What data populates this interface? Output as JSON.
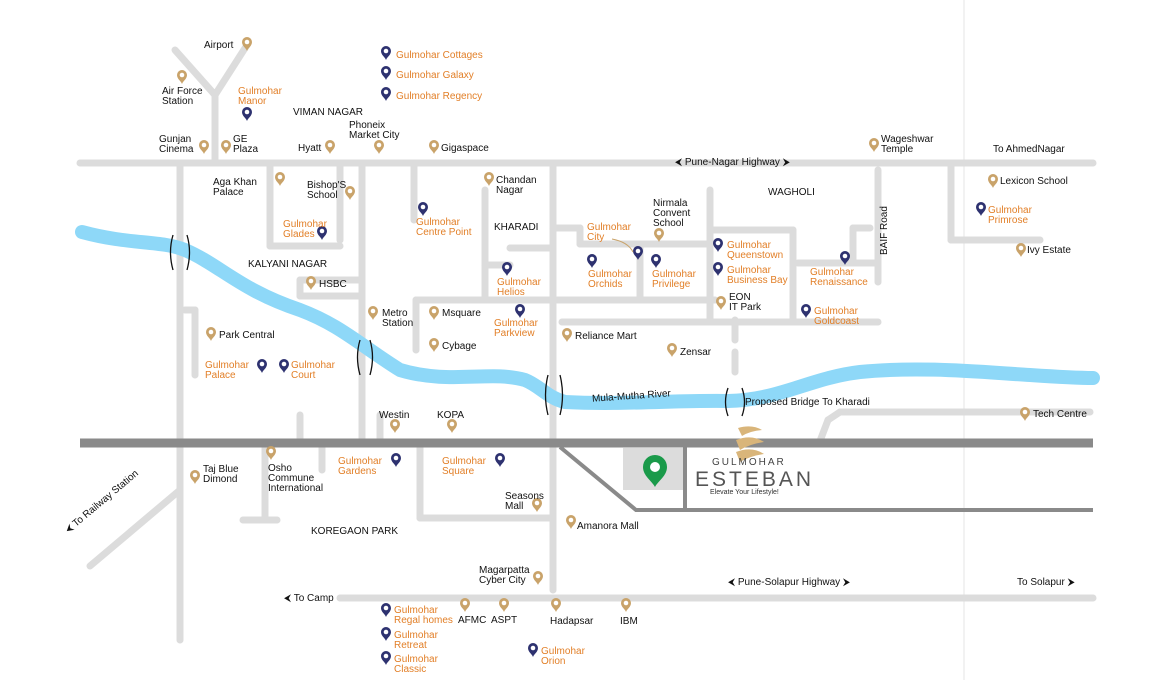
{
  "colors": {
    "road": "#dcdcdc",
    "main_road": "#8a8a8a",
    "river": "#8ed8f8",
    "pin_gold": "#c9a36a",
    "pin_navy": "#2e3270",
    "accent_orange": "#e27f27",
    "target_pin": "#1a9a4a"
  },
  "roads": {
    "pune_nagar": "⮜ Pune-Nagar Highway ⮞",
    "pune_solapur": "⮜ Pune-Solapur Highway ⮞",
    "to_ahmednagar": "To AhmedNagar",
    "to_solapur": "To Solapur ⮞",
    "to_camp": "⮜ To Camp",
    "to_railway": "⮜ To Railway Station",
    "baif": "BAIF Road",
    "proposed_bridge": "Proposed Bridge To Kharadi",
    "river": "Mula-Mutha River"
  },
  "areas": {
    "viman_nagar": "VIMAN NAGAR",
    "kalyani_nagar": "KALYANI NAGAR",
    "kharadi": "KHARADI",
    "wagholi": "WAGHOLI",
    "koregaon_park": "KOREGAON PARK"
  },
  "landmarks": {
    "airport": "Airport",
    "air_force": "Air Force\nStation",
    "gunjan": "Gunjan\nCinema",
    "ge_plaza": "GE\nPlaza",
    "hyatt": "Hyatt",
    "phoenix": "Phoneix\nMarket City",
    "gigaspace": "Gigaspace",
    "aga_khan": "Aga Khan\nPalace",
    "bishops": "Bishop'S\nSchool",
    "chandan": "Chandan\nNagar",
    "nirmala": "Nirmala\nConvent\nSchool",
    "wageshwar": "Wageshwar\nTemple",
    "lexicon": "Lexicon School",
    "ivy": "Ivy Estate",
    "hsbc": "HSBC",
    "park_central": "Park Central",
    "metro": "Metro\nStation",
    "msquare": "Msquare",
    "cybage": "Cybage",
    "reliance": "Reliance Mart",
    "zensar": "Zensar",
    "eon": "EON\nIT Park",
    "westin": "Westin",
    "kopa": "KOPA",
    "tech_centre": "Tech Centre",
    "taj": "Taj Blue\nDimond",
    "osho": "Osho\nCommune\nInternational",
    "seasons": "Seasons\nMall",
    "amanora": "Amanora Mall",
    "magarpatta": "Magarpatta\nCyber City",
    "afmc": "AFMC",
    "aspt": "ASPT",
    "hadapsar": "Hadapsar",
    "ibm": "IBM"
  },
  "projects": {
    "cottages": "Gulmohar Cottages",
    "galaxy": "Gulmohar Galaxy",
    "regency": "Gulmohar Regency",
    "manor": "Gulmohar\nManor",
    "glades": "Gulmohar\nGlades",
    "centre_point": "Gulmohar\nCentre Point",
    "city": "Gulmohar\nCity",
    "orchids": "Gulmohar\nOrchids",
    "privilege": "Gulmohar\nPrivilege",
    "queenstown": "Gulmohar\nQueenstown",
    "business_bay": "Gulmohar\nBusiness Bay",
    "renaissance": "Gulmohar\nRenaissance",
    "primrose": "Gulmohar\nPrimrose",
    "helios": "Gulmohar\nHelios",
    "parkview": "Gulmohar\nParkview",
    "goldcoast": "Gulmohar\nGoldcoast",
    "palace": "Gulmohar\nPalace",
    "court": "Gulmohar\nCourt",
    "gardens": "Gulmohar\nGardens",
    "square": "Gulmohar\nSquare",
    "regal": "Gulmohar\nRegal homes",
    "retreat": "Gulmohar\nRetreat",
    "classic": "Gulmohar\nClassic",
    "orion": "Gulmohar\nOrion"
  },
  "brand": {
    "line1": "GULMOHAR",
    "line2": "ESTEBAN",
    "tagline": "Elevate Your Lifestyle!"
  }
}
